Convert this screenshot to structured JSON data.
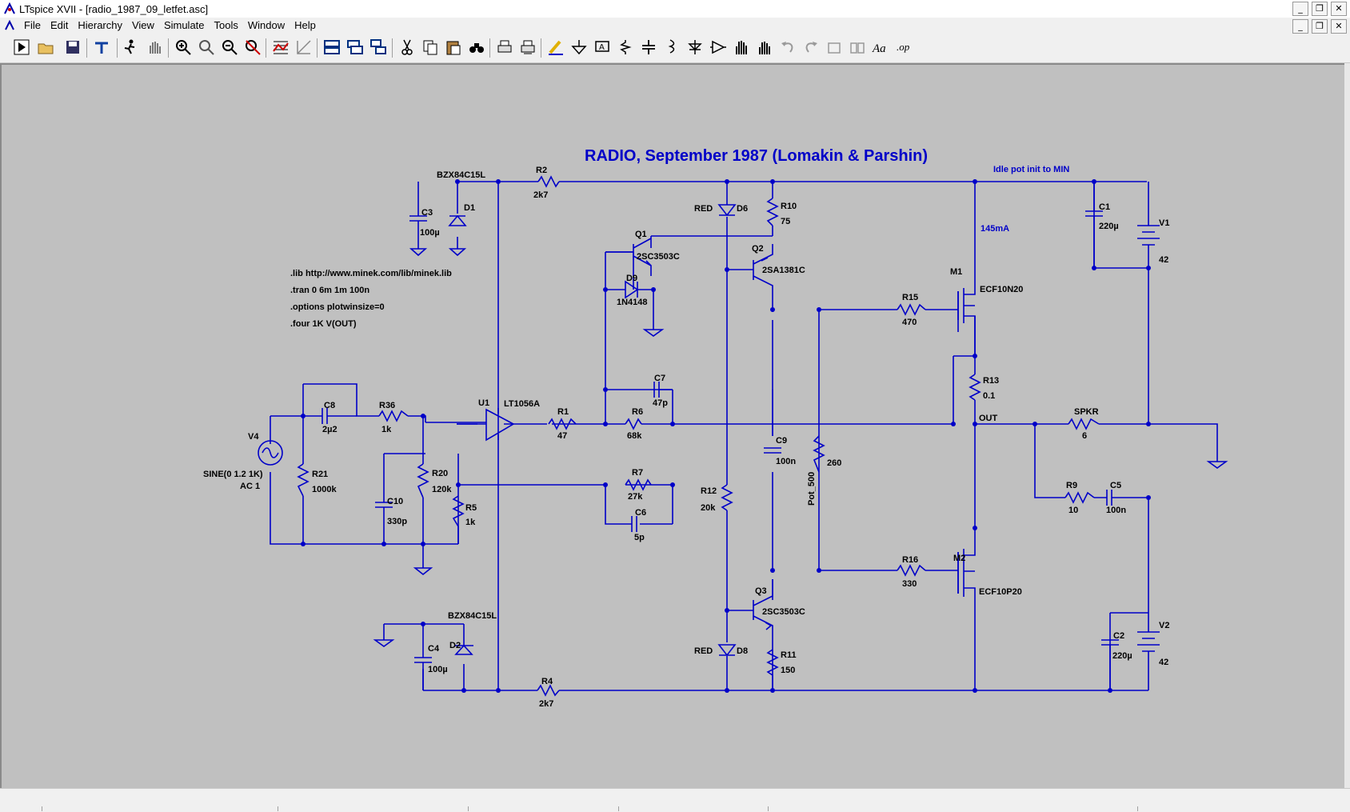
{
  "window": {
    "title": "LTspice XVII - [radio_1987_09_letfet.asc]",
    "controls": [
      "_",
      "❐",
      "✕"
    ]
  },
  "menu": {
    "items": [
      "File",
      "Edit",
      "Hierarchy",
      "View",
      "Simulate",
      "Tools",
      "Window",
      "Help"
    ]
  },
  "toolbar": {
    "buttons": [
      "run-icon",
      "open-icon",
      "save-icon",
      "control-panel-icon",
      "halt-icon",
      "pan-icon",
      "zoom-in-icon",
      "zoom-area-icon",
      "zoom-out-icon",
      "zoom-fit-icon",
      "autorange-icon",
      "grid-icon",
      "tile-horizontal-icon",
      "tile-vertical-icon",
      "cascade-icon",
      "cut-icon",
      "copy-icon",
      "paste-icon",
      "find-icon",
      "print-icon",
      "print-setup-icon",
      "draw-wire-icon",
      "ground-icon",
      "label-net-icon",
      "resistor-icon",
      "capacitor-icon",
      "inductor-icon",
      "diode-icon",
      "component-icon",
      "move-icon",
      "drag-icon",
      "undo-icon",
      "redo-icon",
      "rotate-icon",
      "mirror-icon",
      "text-icon",
      "spice-directive-icon"
    ]
  },
  "schematic": {
    "title": "RADIO, September 1987 (Lomakin & Parshin)",
    "notes": {
      "idle": "Idle pot init to MIN",
      "current": "145mA"
    },
    "directives": [
      ".lib http://www.minek.com/lib/minek.lib",
      ".tran 0 6m 1m 100n",
      ".options plotwinsize=0",
      ".four 1K V(OUT)"
    ],
    "net_labels": {
      "out": "OUT"
    },
    "components": {
      "R2": {
        "name": "R2",
        "value": "2k7"
      },
      "R4": {
        "name": "R4",
        "value": "2k7"
      },
      "C3": {
        "name": "C3",
        "value": "100µ"
      },
      "C4": {
        "name": "C4",
        "value": "100µ"
      },
      "D1": {
        "name": "D1",
        "model": "BZX84C15L"
      },
      "D2": {
        "name": "D2",
        "model": "BZX84C15L"
      },
      "Q1": {
        "name": "Q1",
        "model": "2SC3503C"
      },
      "D9": {
        "name": "D9",
        "model": "1N4148"
      },
      "C7": {
        "name": "C7",
        "value": "47p"
      },
      "R6": {
        "name": "R6",
        "value": "68k"
      },
      "R7": {
        "name": "R7",
        "value": "27k"
      },
      "C6": {
        "name": "C6",
        "value": "5p"
      },
      "R1": {
        "name": "R1",
        "value": "47"
      },
      "U1": {
        "name": "U1",
        "model": "LT1056A"
      },
      "V4": {
        "name": "V4",
        "value": "SINE(0 1.2 1K)",
        "ac": "AC 1"
      },
      "C8": {
        "name": "C8",
        "value": "2µ2"
      },
      "R36": {
        "name": "R36",
        "value": "1k"
      },
      "R21": {
        "name": "R21",
        "value": "1000k"
      },
      "C10": {
        "name": "C10",
        "value": "330p"
      },
      "R20": {
        "name": "R20",
        "value": "120k"
      },
      "R5": {
        "name": "R5",
        "value": "1k"
      },
      "D6": {
        "name": "D6",
        "model": "RED"
      },
      "D8": {
        "name": "D8",
        "model": "RED"
      },
      "R10": {
        "name": "R10",
        "value": "75"
      },
      "R11": {
        "name": "R11",
        "value": "150"
      },
      "R12": {
        "name": "R12",
        "value": "20k"
      },
      "Q2": {
        "name": "Q2",
        "model": "2SA1381C"
      },
      "Q3": {
        "name": "Q3",
        "model": "2SC3503C"
      },
      "C9": {
        "name": "C9",
        "value": "100n"
      },
      "Pot": {
        "name": "Pot_500",
        "value": "260"
      },
      "R15": {
        "name": "R15",
        "value": "470"
      },
      "R16": {
        "name": "R16",
        "value": "330"
      },
      "M1": {
        "name": "M1",
        "model": "ECF10N20"
      },
      "M2": {
        "name": "M2",
        "model": "ECF10P20"
      },
      "R13": {
        "name": "R13",
        "value": "0.1"
      },
      "SPKR": {
        "name": "SPKR",
        "value": "6"
      },
      "R9": {
        "name": "R9",
        "value": "10"
      },
      "C5": {
        "name": "C5",
        "value": "100n"
      },
      "C1": {
        "name": "C1",
        "value": "220µ"
      },
      "C2": {
        "name": "C2",
        "value": "220µ"
      },
      "V1": {
        "name": "V1",
        "value": "42"
      },
      "V2": {
        "name": "V2",
        "value": "42"
      }
    }
  },
  "colors": {
    "wire": "#0000c8",
    "canvas": "#c0c0c0"
  }
}
